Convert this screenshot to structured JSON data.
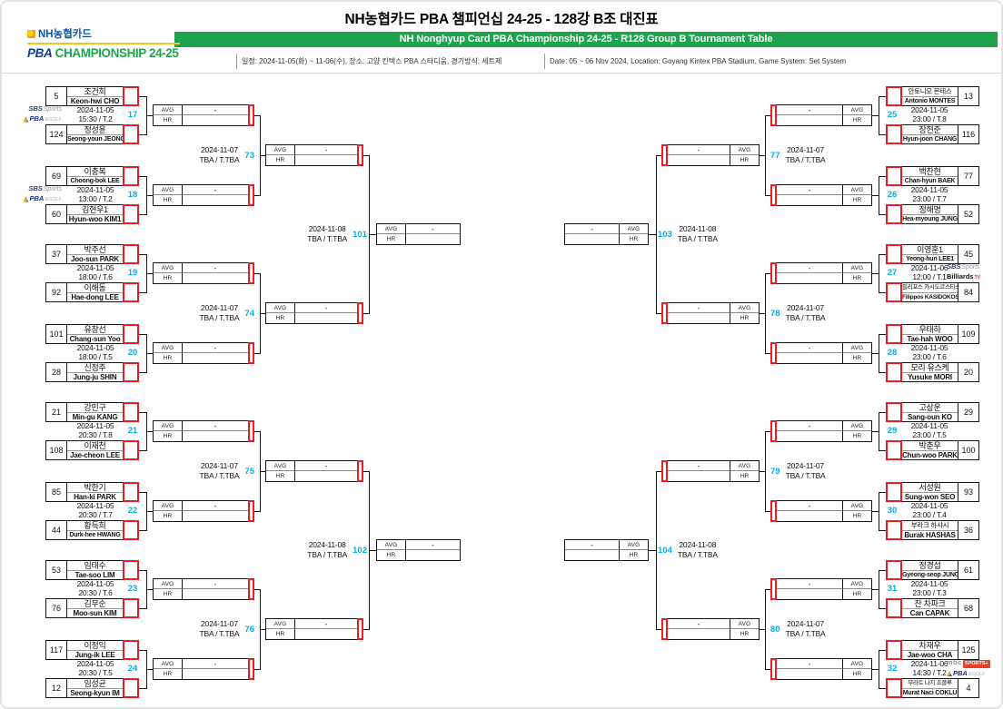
{
  "header": {
    "title_kr": "NH농협카드 PBA 챔피언십 24-25 - 128강 B조 대진표",
    "title_en": "NH Nonghyup Card PBA Championship 24-25 - R128 Group B Tournament Table",
    "logo_nh": "NH농협카드",
    "logo_pba": "PBA",
    "logo_champ": "CHAMPIONSHIP 24-25",
    "info_kr": "일정: 2024-11-05(화) ~ 11-06(수), 장소: 고양 킨텍스 PBA 스타디움, 경기방식: 세트제",
    "info_en": "Date: 05 ~ 06 Nov 2024, Location: Goyang Kintex PBA Stadium, Game System: Set System"
  },
  "labels": {
    "avg": "AVG",
    "hr": "HR",
    "dash": "-"
  },
  "colors": {
    "green": "#1fa44e",
    "red": "#ec1c24",
    "cyan": "#00aeef",
    "navy": "#16388e"
  },
  "bc": {
    "sbs": {
      "t1": "SBS",
      "t2": "Sports"
    },
    "pba": {
      "t1": "PBA",
      "t2": "&GOLF"
    },
    "btv": {
      "t1": "Billiards",
      "t2": "TV"
    },
    "mbc": {
      "t1": "mbc",
      "t2": "SPORTS+"
    }
  },
  "r128": [
    {
      "no": "17",
      "date": "2024-11-05",
      "time": "15:30 / T.2",
      "bc": [
        "sbs",
        "pba"
      ],
      "p1": {
        "seed": "5",
        "kr": "조건희",
        "en": "Keon-hwi CHO"
      },
      "p2": {
        "seed": "124",
        "kr": "정성윤",
        "en": "Seong-youn JEONG"
      }
    },
    {
      "no": "18",
      "date": "2024-11-05",
      "time": "13:00 / T.2",
      "bc": [
        "sbs",
        "pba"
      ],
      "p1": {
        "seed": "69",
        "kr": "이충복",
        "en": "Choong-bok LEE"
      },
      "p2": {
        "seed": "60",
        "kr": "김현우1",
        "en": "Hyun-woo KIM1"
      }
    },
    {
      "no": "19",
      "date": "2024-11-05",
      "time": "18:00 / T.6",
      "bc": [],
      "p1": {
        "seed": "37",
        "kr": "박주선",
        "en": "Joo-sun PARK"
      },
      "p2": {
        "seed": "92",
        "kr": "이해동",
        "en": "Hae-dong LEE"
      }
    },
    {
      "no": "20",
      "date": "2024-11-05",
      "time": "18:00 / T.5",
      "bc": [],
      "p1": {
        "seed": "101",
        "kr": "유창선",
        "en": "Chang-sun Yoo"
      },
      "p2": {
        "seed": "28",
        "kr": "신정주",
        "en": "Jung-ju SHIN"
      }
    },
    {
      "no": "21",
      "date": "2024-11-05",
      "time": "20:30 / T.8",
      "bc": [],
      "p1": {
        "seed": "21",
        "kr": "강민구",
        "en": "Min-gu KANG"
      },
      "p2": {
        "seed": "108",
        "kr": "이재천",
        "en": "Jae-cheon LEE"
      }
    },
    {
      "no": "22",
      "date": "2024-11-05",
      "time": "20:30 / T.7",
      "bc": [],
      "p1": {
        "seed": "85",
        "kr": "박한기",
        "en": "Han-ki PARK"
      },
      "p2": {
        "seed": "44",
        "kr": "황득희",
        "en": "Durk-hee HWANG"
      }
    },
    {
      "no": "23",
      "date": "2024-11-05",
      "time": "20:30 / T.6",
      "bc": [],
      "p1": {
        "seed": "53",
        "kr": "임태수",
        "en": "Tae-soo LIM"
      },
      "p2": {
        "seed": "76",
        "kr": "김무순",
        "en": "Moo-sun KIM"
      }
    },
    {
      "no": "24",
      "date": "2024-11-05",
      "time": "20:30 / T.5",
      "bc": [],
      "p1": {
        "seed": "117",
        "kr": "이정익",
        "en": "Jung-ik LEE"
      },
      "p2": {
        "seed": "12",
        "kr": "임성균",
        "en": "Seong-kyun IM"
      }
    },
    {
      "no": "25",
      "date": "2024-11-05",
      "time": "23:00 / T.8",
      "bc": [],
      "p1": {
        "seed": "13",
        "kr": "안토니오 몬테스",
        "en": "Antonio MONTES"
      },
      "p2": {
        "seed": "116",
        "kr": "장현준",
        "en": "Hyun-joon CHANG"
      }
    },
    {
      "no": "26",
      "date": "2024-11-05",
      "time": "23:00 / T.7",
      "bc": [],
      "p1": {
        "seed": "77",
        "kr": "백찬현",
        "en": "Chan-hyun BAEK"
      },
      "p2": {
        "seed": "52",
        "kr": "정해명",
        "en": "Hea-myoung JUNG"
      }
    },
    {
      "no": "27",
      "date": "2024-11-06",
      "time": "12:00 / T.1",
      "bc": [
        "sbs",
        "btv"
      ],
      "p1": {
        "seed": "45",
        "kr": "이영훈1",
        "en": "Yeong-hun LEE1"
      },
      "p2": {
        "seed": "84",
        "kr": "필리포스 카시도코스타스",
        "en": "Filippos KASIDOKOSTAS"
      }
    },
    {
      "no": "28",
      "date": "2024-11-05",
      "time": "23:00 / T.6",
      "bc": [],
      "p1": {
        "seed": "109",
        "kr": "우태하",
        "en": "Tae-hah WOO"
      },
      "p2": {
        "seed": "20",
        "kr": "모리 유스케",
        "en": "Yusuke MORI"
      }
    },
    {
      "no": "29",
      "date": "2024-11-05",
      "time": "23:00 / T.5",
      "bc": [],
      "p1": {
        "seed": "29",
        "kr": "고상운",
        "en": "Sang-oun KO"
      },
      "p2": {
        "seed": "100",
        "kr": "박춘우",
        "en": "Chun-woo PARK"
      }
    },
    {
      "no": "30",
      "date": "2024-11-05",
      "time": "23:00 / T.4",
      "bc": [],
      "p1": {
        "seed": "93",
        "kr": "서성원",
        "en": "Sung-won SEO"
      },
      "p2": {
        "seed": "36",
        "kr": "부라크 하샤시",
        "en": "Burak HASHAS"
      }
    },
    {
      "no": "31",
      "date": "2024-11-05",
      "time": "23:00 / T.3",
      "bc": [],
      "p1": {
        "seed": "61",
        "kr": "정경섭",
        "en": "Gyeong-seop JUNG"
      },
      "p2": {
        "seed": "68",
        "kr": "잔 차파크",
        "en": "Can CAPAK"
      }
    },
    {
      "no": "32",
      "date": "2024-11-06",
      "time": "14:30 / T.2",
      "bc": [
        "mbc",
        "pba"
      ],
      "p1": {
        "seed": "125",
        "kr": "차재우",
        "en": "Jae-woo CHA"
      },
      "p2": {
        "seed": "4",
        "kr": "무라트 나지 초클루",
        "en": "Murat Naci COKLU"
      }
    }
  ],
  "r64": [
    {
      "no": "73",
      "date": "2024-11-07",
      "time": "TBA / T.TBA"
    },
    {
      "no": "74",
      "date": "2024-11-07",
      "time": "TBA / T.TBA"
    },
    {
      "no": "75",
      "date": "2024-11-07",
      "time": "TBA / T.TBA"
    },
    {
      "no": "76",
      "date": "2024-11-07",
      "time": "TBA / T.TBA"
    },
    {
      "no": "77",
      "date": "2024-11-07",
      "time": "TBA / T.TBA"
    },
    {
      "no": "78",
      "date": "2024-11-07",
      "time": "TBA / T.TBA"
    },
    {
      "no": "79",
      "date": "2024-11-07",
      "time": "TBA / T.TBA"
    },
    {
      "no": "80",
      "date": "2024-11-07",
      "time": "TBA / T.TBA"
    }
  ],
  "r32": [
    {
      "no": "101",
      "date": "2024-11-08",
      "time": "TBA / T.TBA"
    },
    {
      "no": "102",
      "date": "2024-11-08",
      "time": "TBA / T.TBA"
    },
    {
      "no": "103",
      "date": "2024-11-08",
      "time": "TBA / T.TBA"
    },
    {
      "no": "104",
      "date": "2024-11-08",
      "time": "TBA / T.TBA"
    }
  ]
}
